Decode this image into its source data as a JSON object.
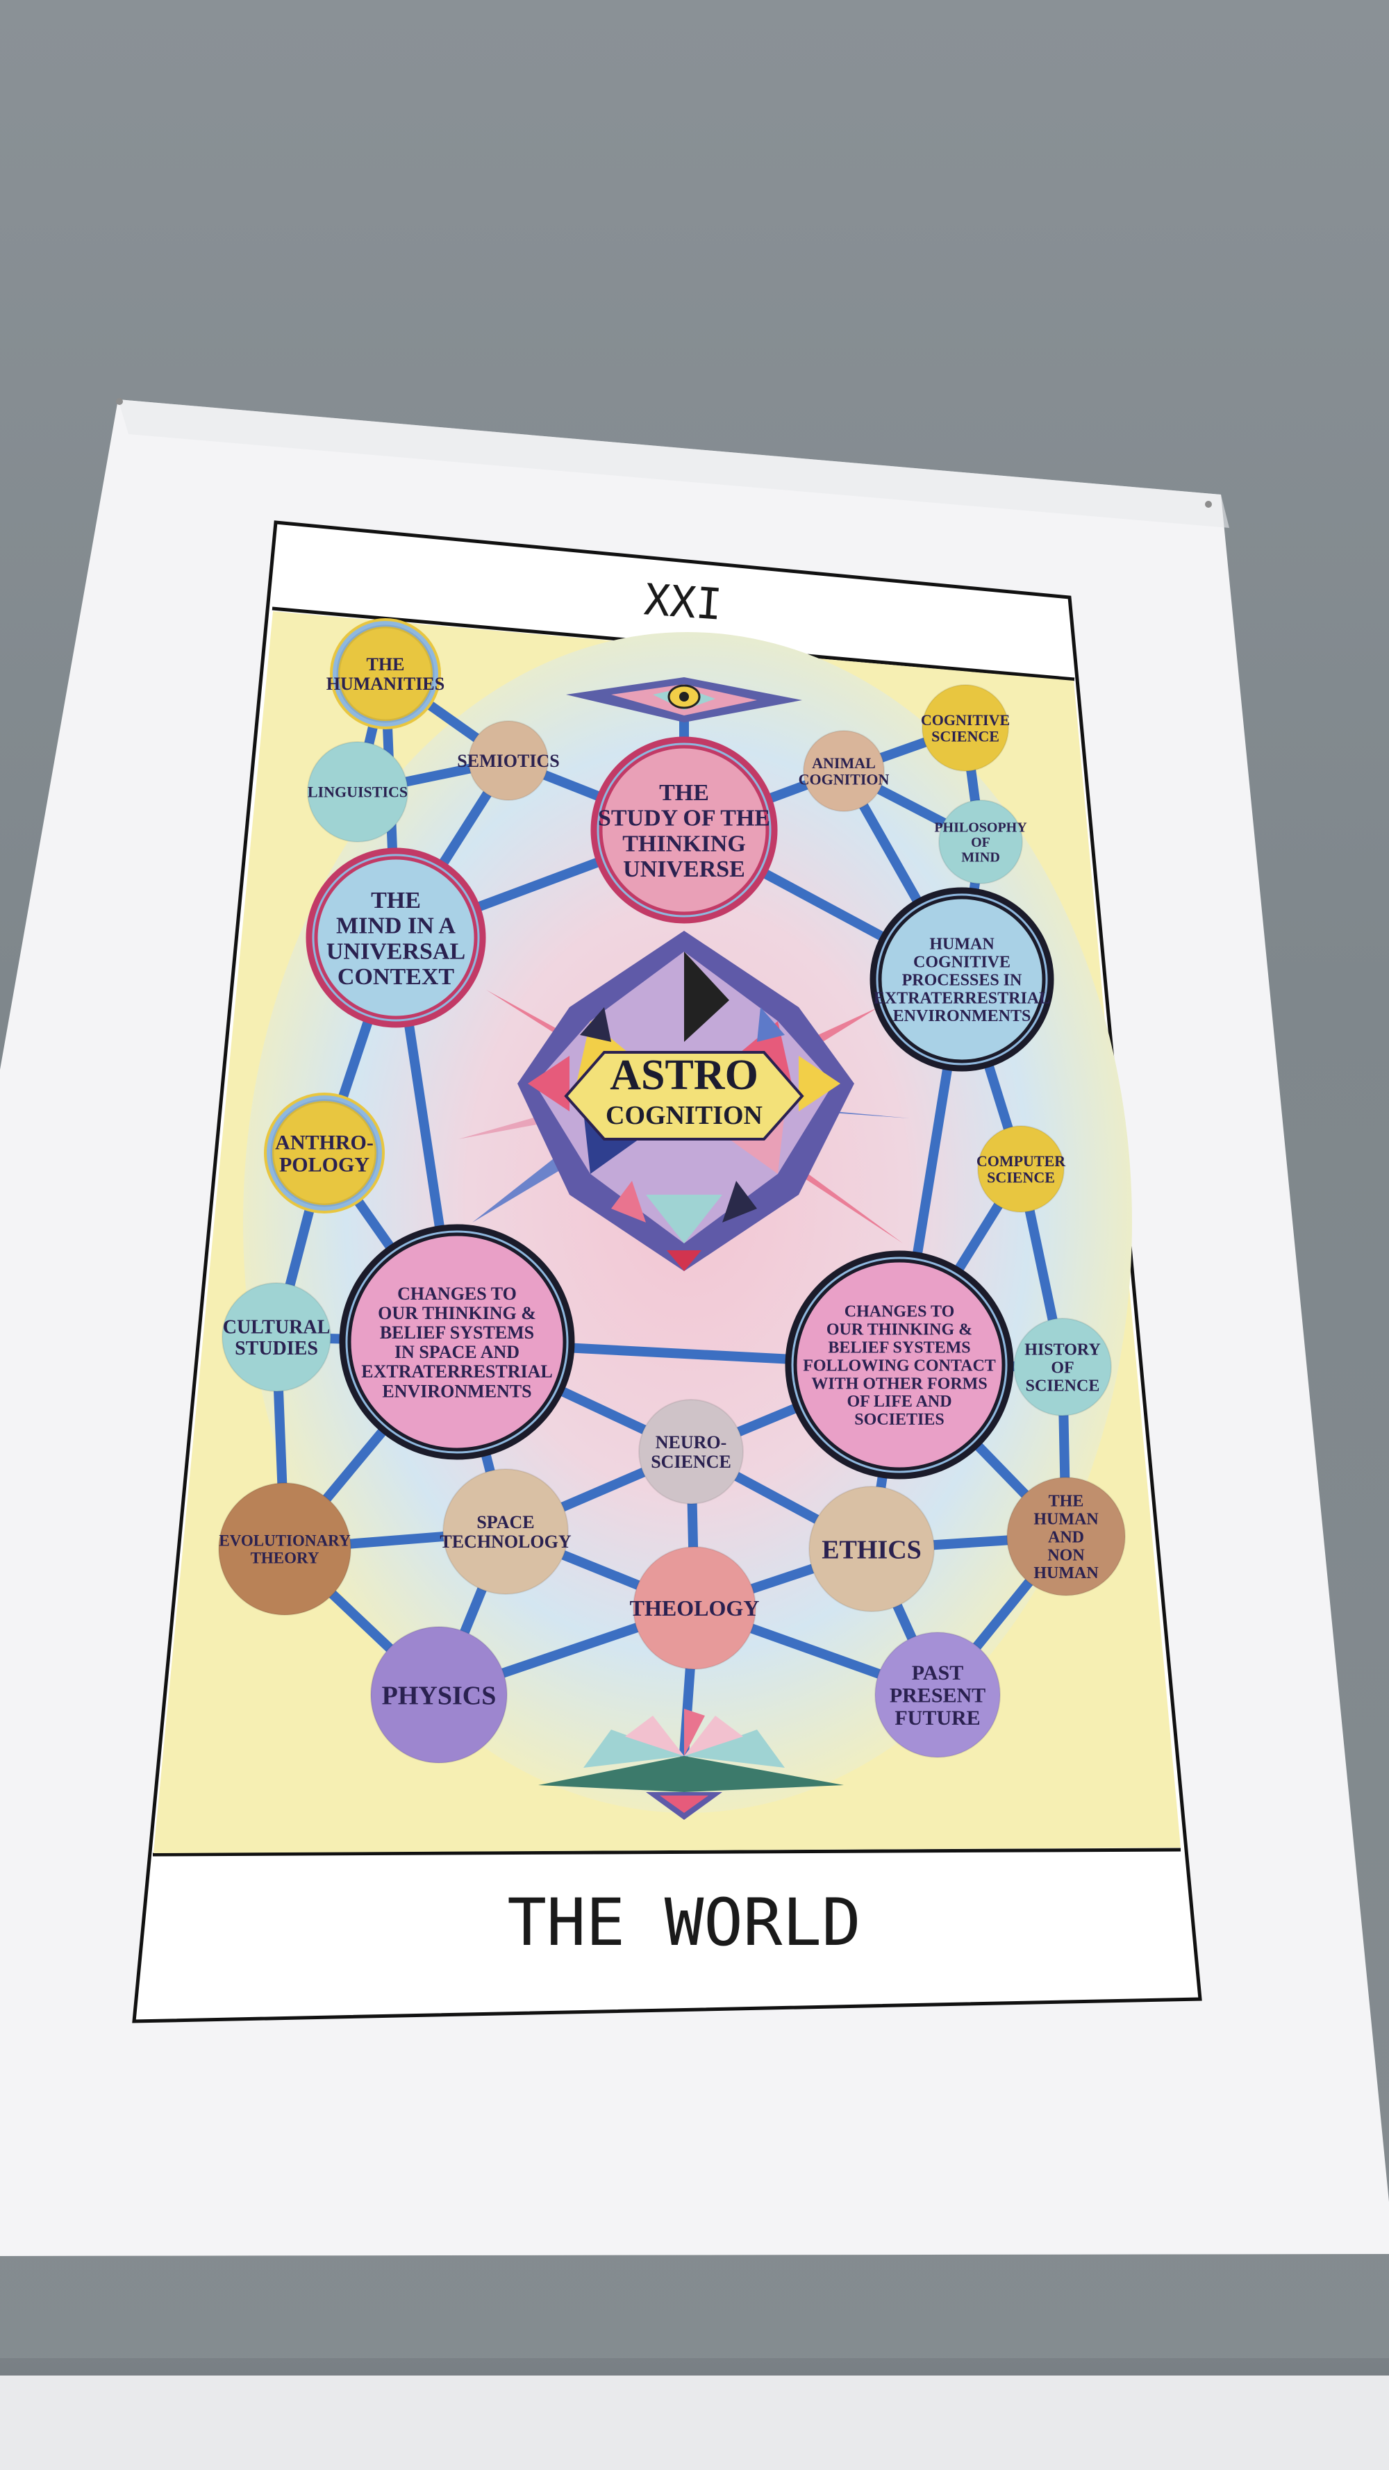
{
  "card": {
    "numeral": "XXI",
    "title": "THE WORLD",
    "center_label_line1": "ASTRO",
    "center_label_line2": "COGNITION"
  },
  "nodes": [
    {
      "id": "humanities",
      "lines": [
        "THE",
        "HUMANITIES"
      ],
      "color": "#e8c640"
    },
    {
      "id": "semiotics",
      "lines": [
        "SEMIOTICS"
      ],
      "color": "#d7b79a"
    },
    {
      "id": "linguistics",
      "lines": [
        "LINGUISTICS"
      ],
      "color": "#9fd3d3"
    },
    {
      "id": "study",
      "lines": [
        "THE",
        "STUDY OF THE",
        "THINKING",
        "UNIVERSE"
      ],
      "color": "#e9a0b7"
    },
    {
      "id": "animal",
      "lines": [
        "ANIMAL",
        "COGNITION"
      ],
      "color": "#d9b59a"
    },
    {
      "id": "cognitive",
      "lines": [
        "COGNITIVE",
        "SCIENCE"
      ],
      "color": "#e8c640"
    },
    {
      "id": "philosophy",
      "lines": [
        "PHILOSOPHY",
        "OF",
        "MIND"
      ],
      "color": "#9fd3d3"
    },
    {
      "id": "mind",
      "lines": [
        "THE",
        "MIND IN A",
        "UNIVERSAL",
        "CONTEXT"
      ],
      "color": "#a9d1e6"
    },
    {
      "id": "human-cog",
      "lines": [
        "HUMAN",
        "COGNITIVE",
        "PROCESSES IN",
        "EXTRATERRESTRIAL",
        "ENVIRONMENTS"
      ],
      "color": "#a9d1e6"
    },
    {
      "id": "anthropology",
      "lines": [
        "ANTHRO-",
        "POLOGY"
      ],
      "color": "#e8c640"
    },
    {
      "id": "computer",
      "lines": [
        "COMPUTER",
        "SCIENCE"
      ],
      "color": "#e8c640"
    },
    {
      "id": "changes-left",
      "lines": [
        "CHANGES TO",
        "OUR THINKING &",
        "BELIEF SYSTEMS",
        "IN SPACE AND",
        "EXTRATERRESTRIAL",
        "ENVIRONMENTS"
      ],
      "color": "#e9a0c7"
    },
    {
      "id": "changes-right",
      "lines": [
        "CHANGES TO",
        "OUR THINKING &",
        "BELIEF SYSTEMS",
        "FOLLOWING CONTACT",
        "WITH OTHER FORMS",
        "OF LIFE AND",
        "SOCIETIES"
      ],
      "color": "#e9a0c7"
    },
    {
      "id": "cultural",
      "lines": [
        "CULTURAL",
        "STUDIES"
      ],
      "color": "#9fd3d3"
    },
    {
      "id": "history",
      "lines": [
        "HISTORY",
        "OF",
        "SCIENCE"
      ],
      "color": "#9fd3d3"
    },
    {
      "id": "neuro",
      "lines": [
        "NEURO-",
        "SCIENCE"
      ],
      "color": "#cfc3c8"
    },
    {
      "id": "evolutionary",
      "lines": [
        "EVOLUTIONARY",
        "THEORY"
      ],
      "color": "#b98257"
    },
    {
      "id": "space-tech",
      "lines": [
        "SPACE",
        "TECHNOLOGY"
      ],
      "color": "#d9c0a4"
    },
    {
      "id": "ethics",
      "lines": [
        "ETHICS"
      ],
      "color": "#d9c0a4"
    },
    {
      "id": "human-non",
      "lines": [
        "THE",
        "HUMAN",
        "AND",
        "NON",
        "HUMAN"
      ],
      "color": "#c08f6d"
    },
    {
      "id": "theology",
      "lines": [
        "THEOLOGY"
      ],
      "color": "#e79a9a"
    },
    {
      "id": "physics",
      "lines": [
        "PHYSICS"
      ],
      "color": "#9d86cf"
    },
    {
      "id": "past",
      "lines": [
        "PAST",
        "PRESENT",
        "FUTURE"
      ],
      "color": "#a590d6"
    }
  ],
  "colors": {
    "link": "#3c6fc2",
    "card_background": "#f7f1b5",
    "inner_glow": "#cfe3f0",
    "pink_center": "#f2c1cf",
    "frame": "#111111"
  }
}
